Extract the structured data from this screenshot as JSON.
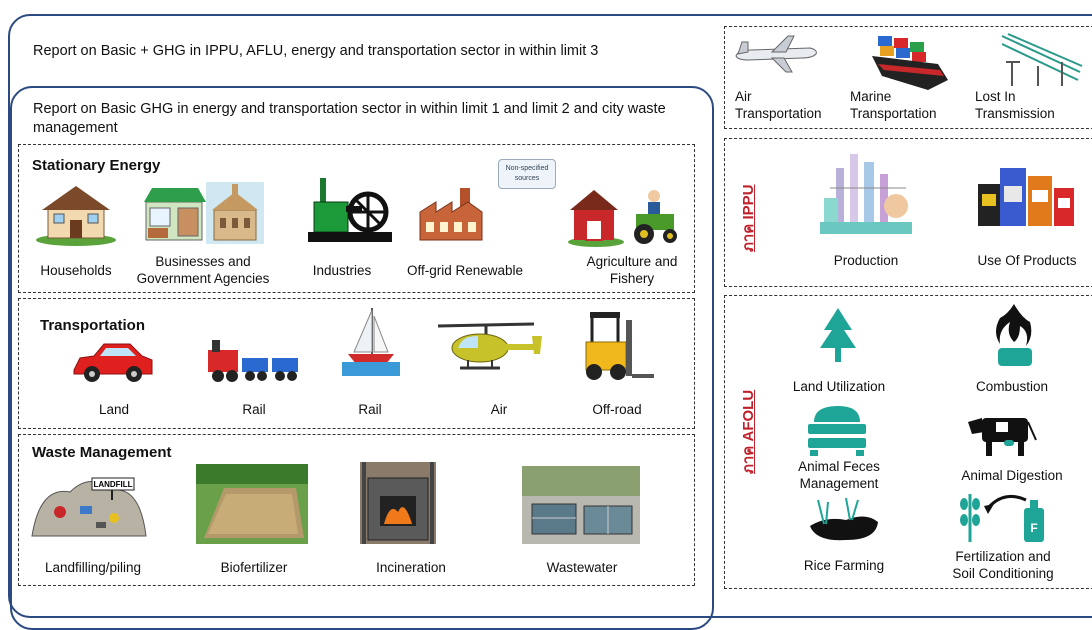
{
  "outer_report": "Report on Basic + GHG in IPPU, AFLU, energy and transportation sector in within limit 3",
  "inner_report": "Report on Basic GHG in energy and transportation sector in within limit 1 and limit 2 and city waste management",
  "stationary": {
    "title": "Stationary Energy",
    "items": [
      "Households",
      "Businesses and Government Agencies",
      "Industries",
      "Off-grid Renewable",
      "Agriculture and Fishery"
    ],
    "note": "Non-specified sources"
  },
  "transportation": {
    "title": "Transportation",
    "items": [
      "Land",
      "Rail",
      "Rail",
      "Air",
      "Off-road"
    ]
  },
  "waste": {
    "title": "Waste Management",
    "items": [
      "Landfilling/piling",
      "Biofertilizer",
      "Incineration",
      "Wastewater"
    ],
    "landfill_sign": "LANDFILL"
  },
  "scope3_transport": {
    "items": [
      "Air Transportation",
      "Marine Transportation",
      "Lost In Transmission"
    ]
  },
  "ippu": {
    "label": "ภาค IPPU",
    "items": [
      "Production",
      "Use Of Products"
    ]
  },
  "afolu": {
    "label": "ภาค AFOLU",
    "items": [
      "Land Utilization",
      "Combustion",
      "Animal Feces Management",
      "Animal Digestion",
      "Rice Farming",
      "Fertilization and Soil Conditioning"
    ],
    "fert_tag": "F"
  },
  "colors": {
    "frame": "#2b4a82",
    "teal": "#1fa598",
    "thai": "#c0202a"
  }
}
